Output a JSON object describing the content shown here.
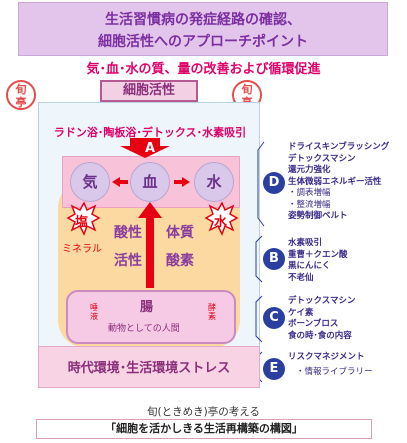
{
  "title": {
    "line1": "生活習慣病の発症経路の確認、",
    "line2": "細胞活性へのアプローチポイント"
  },
  "subtitle": "気･血･水の質、量の改善および循環促進",
  "stamps": {
    "left": "旬\n亭",
    "right": "旬\n亭"
  },
  "cell_activity": "細胞活性",
  "bath_label": "ラドン浴･陶板浴･デトックス･水素吸引",
  "letters": {
    "a": "A",
    "b": "B",
    "c": "C",
    "d": "D",
    "e": "E"
  },
  "kiketsu": {
    "ki": "気",
    "ketsu": "血",
    "mizu": "水"
  },
  "salt": {
    "icon": "塩",
    "label": "ミネラル"
  },
  "water_icon": "水",
  "middle": {
    "l1a": "酸性",
    "l1b": "体質",
    "l2a": "活性",
    "l2b": "酸素"
  },
  "gut": {
    "title": "腸",
    "sub": "動物としての人間",
    "left": "唾液",
    "right": "酵素"
  },
  "environment": "時代環境･生活環境ストレス",
  "side": {
    "d": [
      "ドライスキンブラッシング",
      "デトックスマシン",
      "還元力強化",
      "生体微弱エネルギー活性"
    ],
    "d_sub": [
      "・調表増幅",
      "・整流増幅"
    ],
    "d_extra": "姿勢制御ベルト",
    "b": [
      "水素吸引",
      "重曹＋クエン酸",
      "黒にんにく",
      "不老仙"
    ],
    "c": [
      "デトックスマシン",
      "ケイ素",
      "ボーンブロス",
      "食の時･食の内容"
    ],
    "e": "リスクマネジメント",
    "e_sub": "・情報ライブラリー"
  },
  "footer": {
    "line1": "旬(ときめき)亭の考える",
    "line2": "｢細胞を活かしきる生活再構築の構図｣"
  },
  "colors": {
    "accent_red": "#e60012",
    "letter_blue": "#2a3f9f",
    "purple": "#7b2fa0"
  }
}
